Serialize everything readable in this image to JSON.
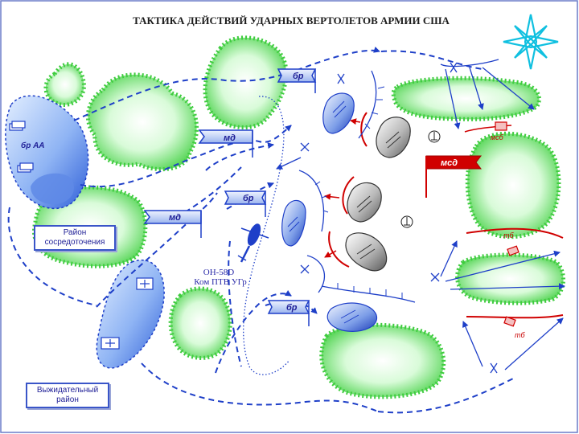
{
  "title": "ТАКТИКА ДЕЙСТВИЙ УДАРНЫХ ВЕРТОЛЕТОВ АРМИИ США",
  "labels": {
    "br_aa": "бр АА",
    "md_1": "мд",
    "md_2": "мд",
    "br_1": "бр",
    "br_2": "бр",
    "br_3": "бр",
    "msd": "мсд",
    "msb": "мсб",
    "tb_1": "тб",
    "tb_2": "тб",
    "helicopter_line1": "OH-58D",
    "helicopter_line2": "Ком ПТВ УГр",
    "concentration_area": "Район сосредоточения",
    "waiting_area": "Выжидательный район"
  },
  "colors": {
    "friendly": "#1e3fc8",
    "enemy": "#d00000",
    "forest": "#66e066"
  },
  "icons": [
    "compass-rose-icon",
    "helicopter-icon",
    "command-post-icon"
  ]
}
